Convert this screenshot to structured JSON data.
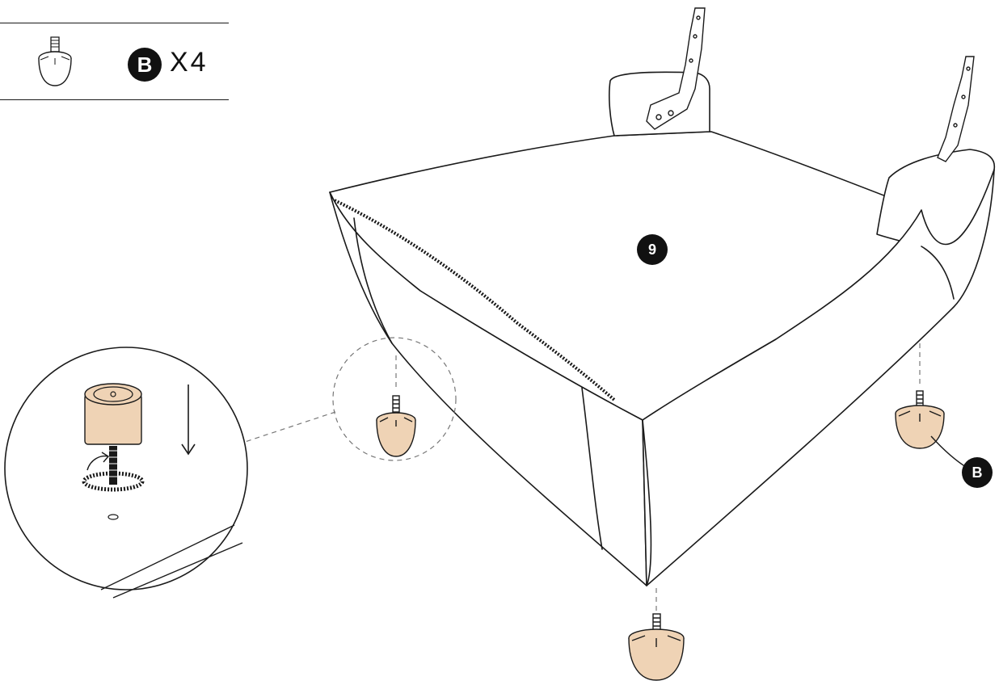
{
  "parts": {
    "part_letter": "B",
    "quantity_text": "X4"
  },
  "step": {
    "number": "9"
  },
  "callout": {
    "part_letter": "B"
  },
  "colors": {
    "outline": "#1a1a1a",
    "leg_fill": "#efd3b5",
    "badge": "#111111"
  }
}
